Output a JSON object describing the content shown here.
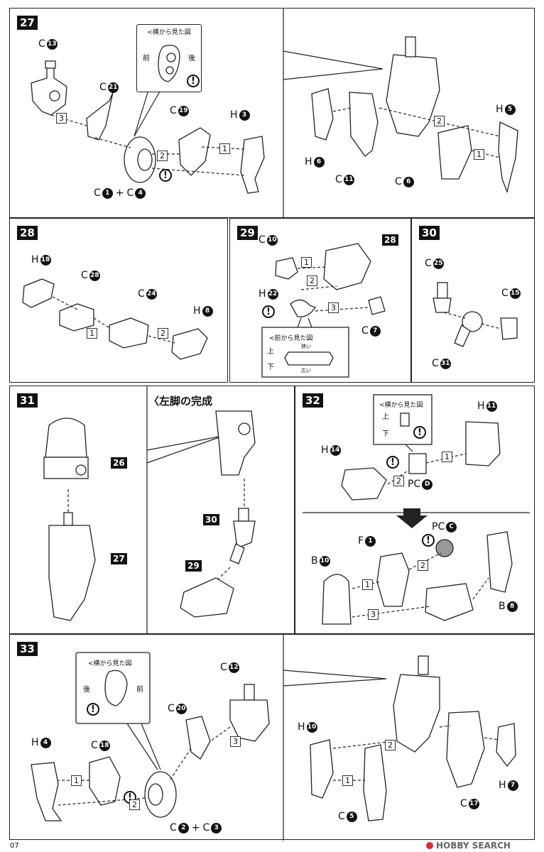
{
  "page_number": "07",
  "watermark": "HOBBY SEARCH",
  "steps": {
    "s27": {
      "number": "27",
      "labels": {
        "c13": "C",
        "c13n": "13",
        "c21": "C",
        "c21n": "21",
        "c19": "C",
        "c19n": "19",
        "h3": "H",
        "h3n": "3",
        "combo_a": "C",
        "combo_an": "1",
        "combo_plus": "+",
        "combo_b": "C",
        "combo_bn": "4",
        "c11": "C",
        "c11n": "11",
        "h6": "H",
        "h6n": "6",
        "h5": "H",
        "h5n": "5",
        "c6": "C",
        "c6n": "6"
      },
      "callout": {
        "title": "<横から見た図",
        "front": "前",
        "back": "後"
      },
      "arrows": [
        "3",
        "2",
        "1",
        "2",
        "1"
      ]
    },
    "s28": {
      "number": "28",
      "labels": {
        "h18": "H",
        "h18n": "18",
        "c28": "C",
        "c28n": "28",
        "c24": "C",
        "c24n": "24",
        "h8": "H",
        "h8n": "8"
      },
      "arrows": [
        "1",
        "2"
      ]
    },
    "s29": {
      "number": "29",
      "labels": {
        "c10": "C",
        "c10n": "10",
        "ref": "28",
        "h22": "H",
        "h22n": "22",
        "c7": "C",
        "c7n": "7"
      },
      "callout": {
        "title": "<前から見た図",
        "top": "上",
        "bottom": "下",
        "narrow": "狭い",
        "wide": "広い"
      },
      "arrows": [
        "1",
        "2",
        "3"
      ]
    },
    "s30": {
      "number": "30",
      "labels": {
        "c25": "C",
        "c25n": "25",
        "c15": "C",
        "c15n": "15",
        "c31": "C",
        "c31n": "31"
      }
    },
    "s31": {
      "number": "31",
      "title": "〈左脚の完成",
      "refs": [
        "26",
        "27",
        "30",
        "29"
      ]
    },
    "s32": {
      "number": "32",
      "labels": {
        "h11": "H",
        "h11n": "11",
        "h14": "H",
        "h14n": "14",
        "pcd": "PC",
        "pcdn": "D",
        "pcc": "PC",
        "pccn": "C",
        "f1": "F",
        "f1n": "1",
        "b10": "B",
        "b10n": "10",
        "b8": "B",
        "b8n": "8"
      },
      "callout": {
        "title": "<横から見た図",
        "top": "上",
        "bottom": "下"
      },
      "arrows": [
        "1",
        "2",
        "1",
        "2",
        "3"
      ]
    },
    "s33": {
      "number": "33",
      "labels": {
        "c12": "C",
        "c12n": "12",
        "c20": "C",
        "c20n": "20",
        "c18": "C",
        "c18n": "18",
        "h4": "H",
        "h4n": "4",
        "combo_a": "C",
        "combo_an": "2",
        "combo_plus": "+",
        "combo_b": "C",
        "combo_bn": "3",
        "h10": "H",
        "h10n": "10",
        "c5": "C",
        "c5n": "5",
        "c17": "C",
        "c17n": "17",
        "h7": "H",
        "h7n": "7"
      },
      "callout": {
        "title": "<横から見た図",
        "front": "前",
        "back": "後"
      },
      "arrows": [
        "3",
        "1",
        "2",
        "2",
        "1"
      ]
    }
  }
}
